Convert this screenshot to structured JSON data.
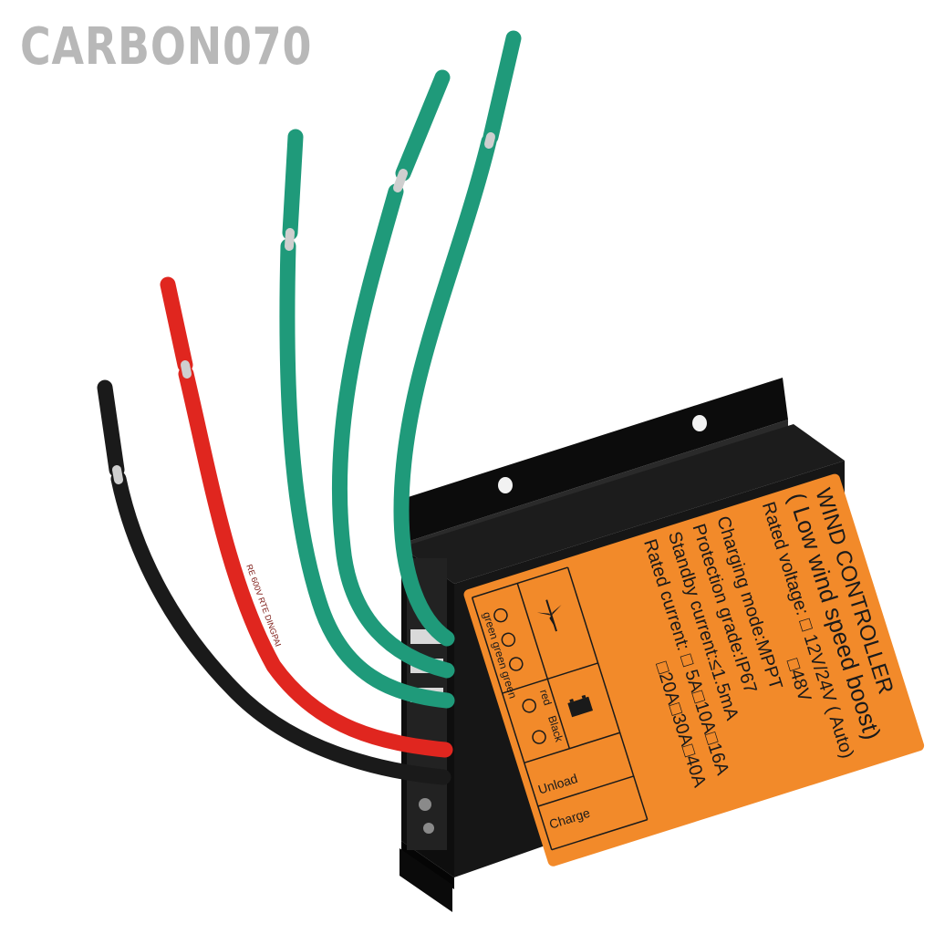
{
  "watermark": "CARBON070",
  "label": {
    "title": "WIND CONTROLLER",
    "subtitle": "( Low wind speed boost)",
    "rated_voltage": "Rated voltage: □ 12V/24V ( Auto)",
    "voltage_48": "□48V",
    "charging_mode": "Charging mode:MPPT",
    "protection": "Protection grade:IP67",
    "standby": "Standby current:≤1.5mA",
    "rated_current": "Rated current: □ 5A□10A□16A",
    "current_row2": "□20A□30A□40A",
    "terminal_green": "green green green",
    "terminal_red": "red",
    "terminal_black": "Black",
    "unload": "Unload",
    "charge": "Charge"
  },
  "wire_print": "RE 600V RTE DINGPAI",
  "colors": {
    "label_orange": "#f28a2a",
    "housing": "#141414",
    "wire_green": "#1f9a7a",
    "wire_red": "#e0261f",
    "wire_black": "#1a1a1a"
  },
  "icons": {
    "turbine": "wind-turbine-icon",
    "battery": "battery-icon"
  }
}
